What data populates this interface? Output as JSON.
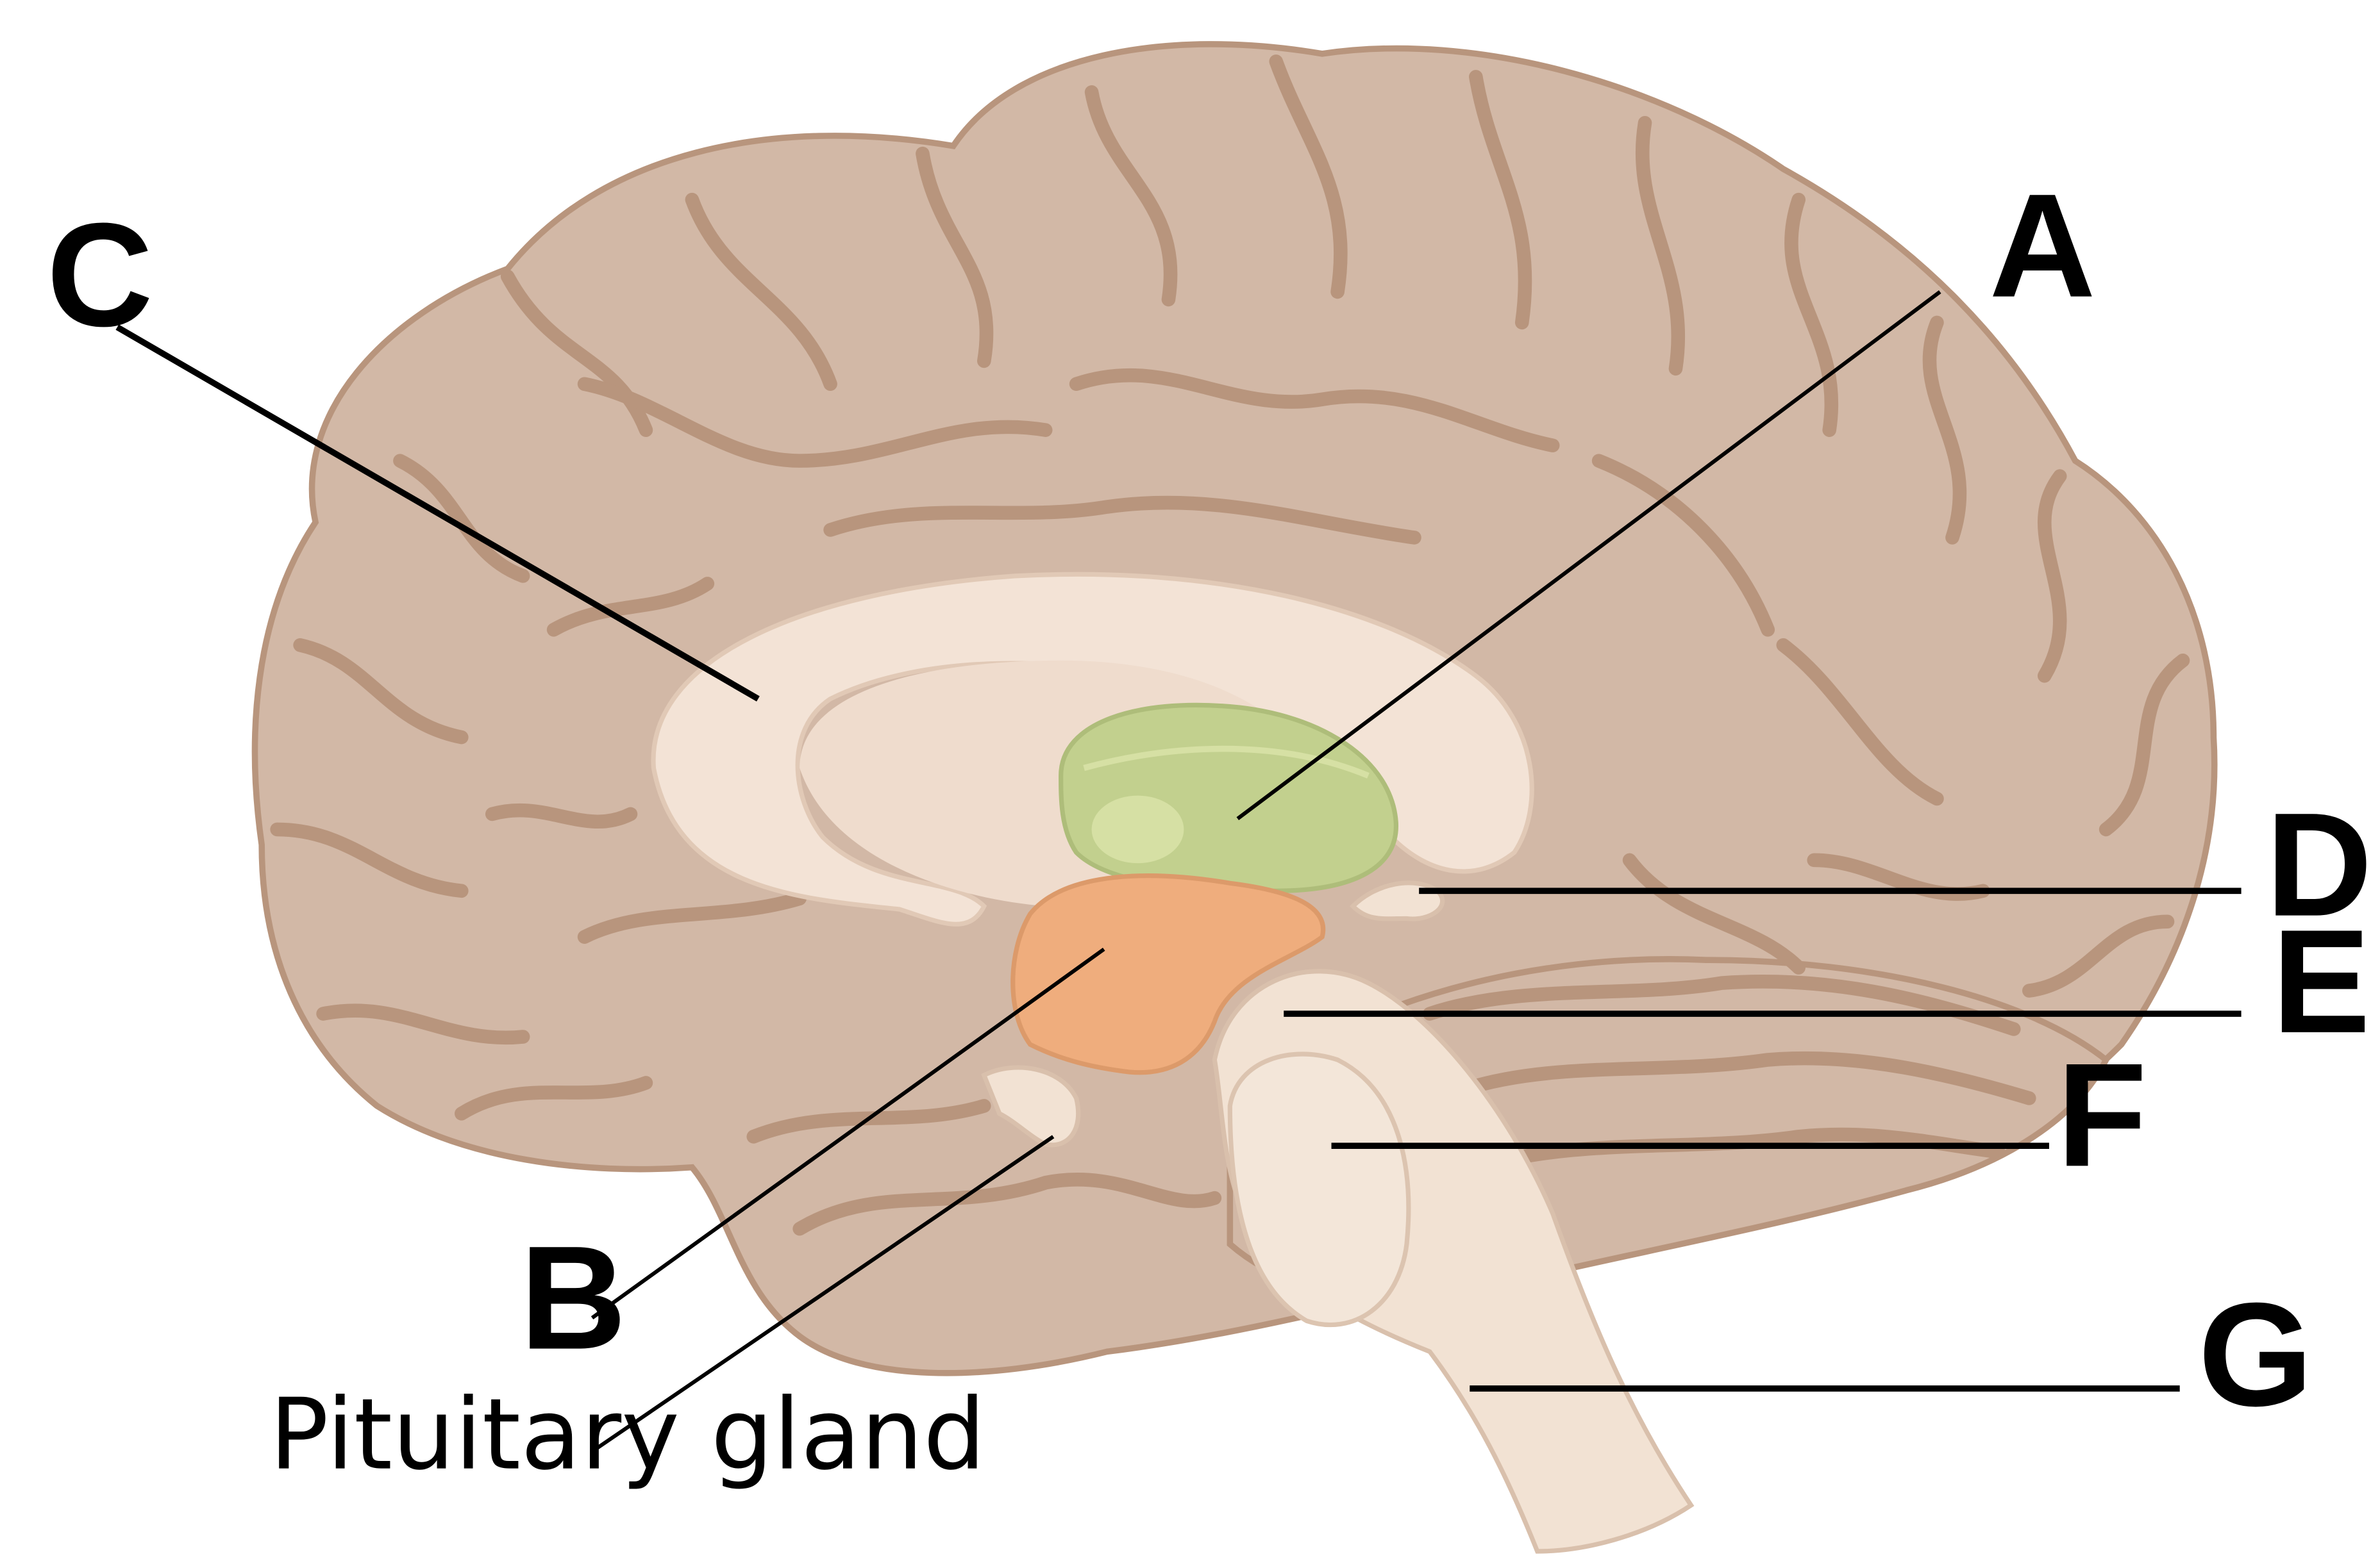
{
  "colors": {
    "cortex": "#d2b8a6",
    "cortex_outline": "#b8957d",
    "white_matter": "#f3e3d6",
    "white_matter_shadow": "#e8d3c2",
    "thalamus": "#c2d08e",
    "thalamus_highlight": "#d6e0a4",
    "hypothalamus": "#efad7d",
    "brainstem": "#f2e2d3",
    "leader_line": "#000000",
    "background": "#ffffff"
  },
  "labels": {
    "a": "A",
    "b": "B",
    "c": "C",
    "d": "D",
    "e": "E",
    "f": "F",
    "g": "G",
    "pituitary": "Pituitary gland"
  }
}
